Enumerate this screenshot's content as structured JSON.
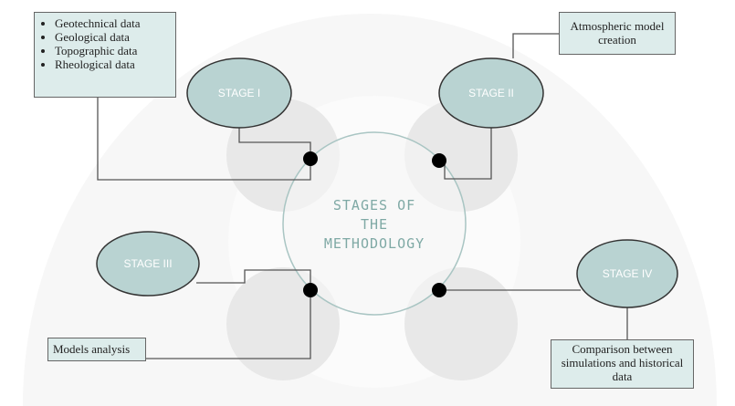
{
  "center_title": [
    "STAGES OF",
    "THE",
    "METHODOLOGY"
  ],
  "stages": [
    {
      "label": "STAGE I"
    },
    {
      "label": "STAGE II"
    },
    {
      "label": "STAGE III"
    },
    {
      "label": "STAGE IV"
    }
  ],
  "boxes": {
    "data_sources": [
      "Geotechnical data",
      "Geological data",
      "Topographic data",
      "Rheological data"
    ],
    "atmospheric": "Atmospheric model creation",
    "models_analysis": "Models analysis",
    "comparison": "Comparison between simulations and historical data"
  },
  "colors": {
    "ellipse_fill": "#b9d3d2",
    "box_fill": "#ddeceb",
    "title": "#7fa9a5"
  }
}
